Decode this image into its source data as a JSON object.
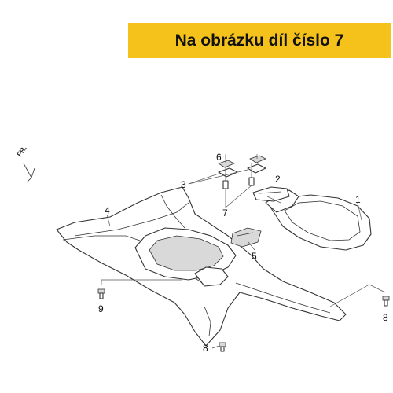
{
  "banner": {
    "text": "Na obrázku díl číslo 7",
    "color": "#f5c21b"
  },
  "direction_label": "FR.",
  "callouts": {
    "c1": "1",
    "c2": "2",
    "c3": "3",
    "c4": "4",
    "c5": "5",
    "c6": "6",
    "c7": "7",
    "c8a": "8",
    "c8b": "8",
    "c9": "9"
  }
}
